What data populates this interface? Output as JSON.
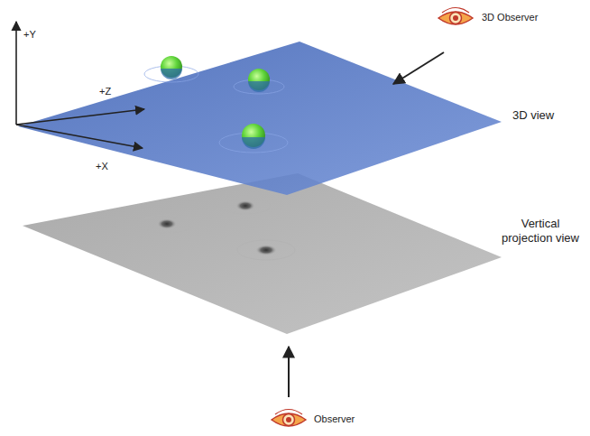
{
  "diagram": {
    "labels": [
      "+Y",
      "+Z",
      "+X",
      "3D Observer",
      "3D view",
      "Vertical projection view",
      "Observer"
    ]
  }
}
